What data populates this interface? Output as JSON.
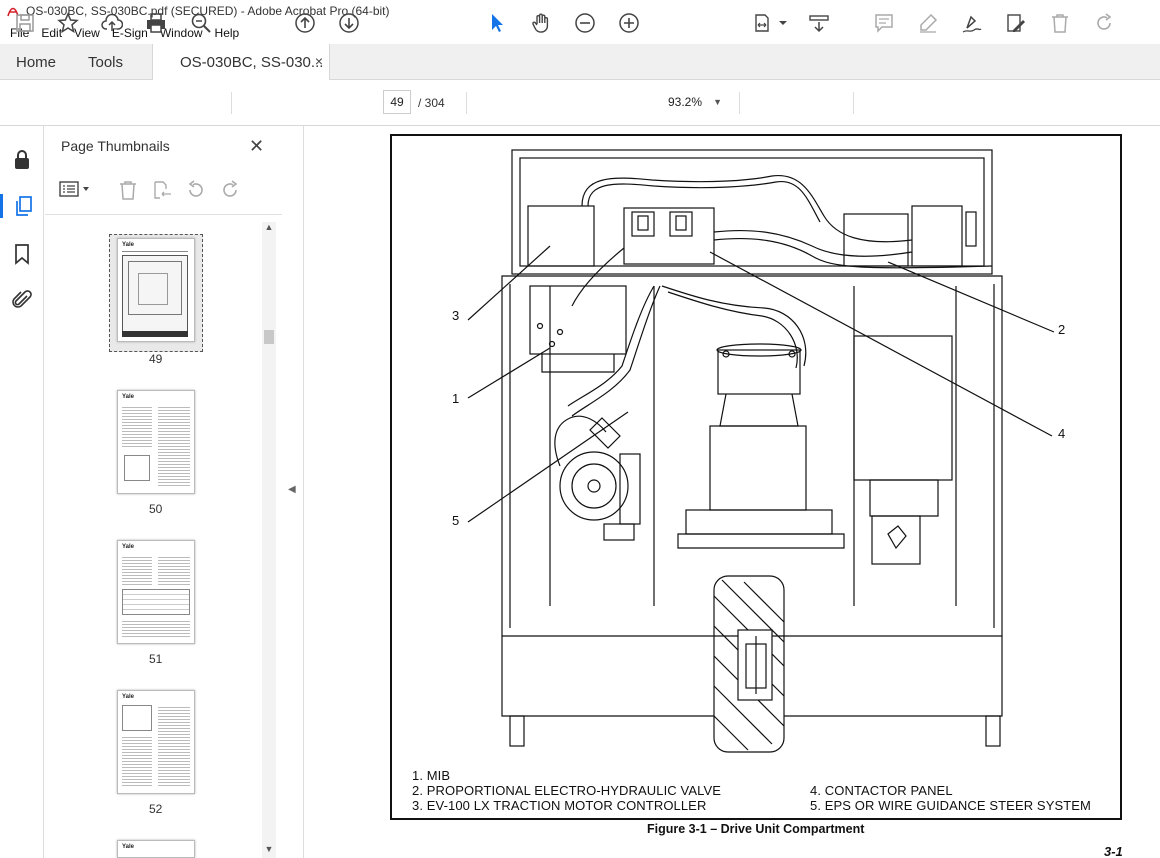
{
  "window": {
    "title": "OS-030BC, SS-030BC.pdf (SECURED) - Adobe Acrobat Pro (64-bit)"
  },
  "menu": [
    "File",
    "Edit",
    "View",
    "E-Sign",
    "Window",
    "Help"
  ],
  "tabs": {
    "home": "Home",
    "tools": "Tools",
    "doc": "OS-030BC, SS-030...",
    "close": "×"
  },
  "nav": {
    "current_page": "49",
    "total_pages": "/ 304",
    "zoom": "93.2%"
  },
  "panel": {
    "title": "Page Thumbnails",
    "close": "✕"
  },
  "thumbnails": [
    {
      "label": "Yale",
      "page": "49"
    },
    {
      "label": "Yale",
      "page": "50"
    },
    {
      "label": "Yale",
      "page": "51"
    },
    {
      "label": "Yale",
      "page": "52"
    },
    {
      "label": "Yale",
      "page": ""
    }
  ],
  "figure": {
    "callouts": [
      "3",
      "1",
      "5",
      "2",
      "4"
    ],
    "legend": [
      "1.  MIB",
      "2.  PROPORTIONAL ELECTRO-HYDRAULIC VALVE",
      "3.  EV-100 LX TRACTION MOTOR CONTROLLER",
      "4.  CONTACTOR PANEL",
      "5.  EPS OR WIRE GUIDANCE STEER SYSTEM"
    ],
    "caption": "Figure 3-1 – Drive Unit Compartment",
    "page_label": "3-1"
  },
  "colors": {
    "accent": "#1473e6",
    "icon": "#555555"
  }
}
